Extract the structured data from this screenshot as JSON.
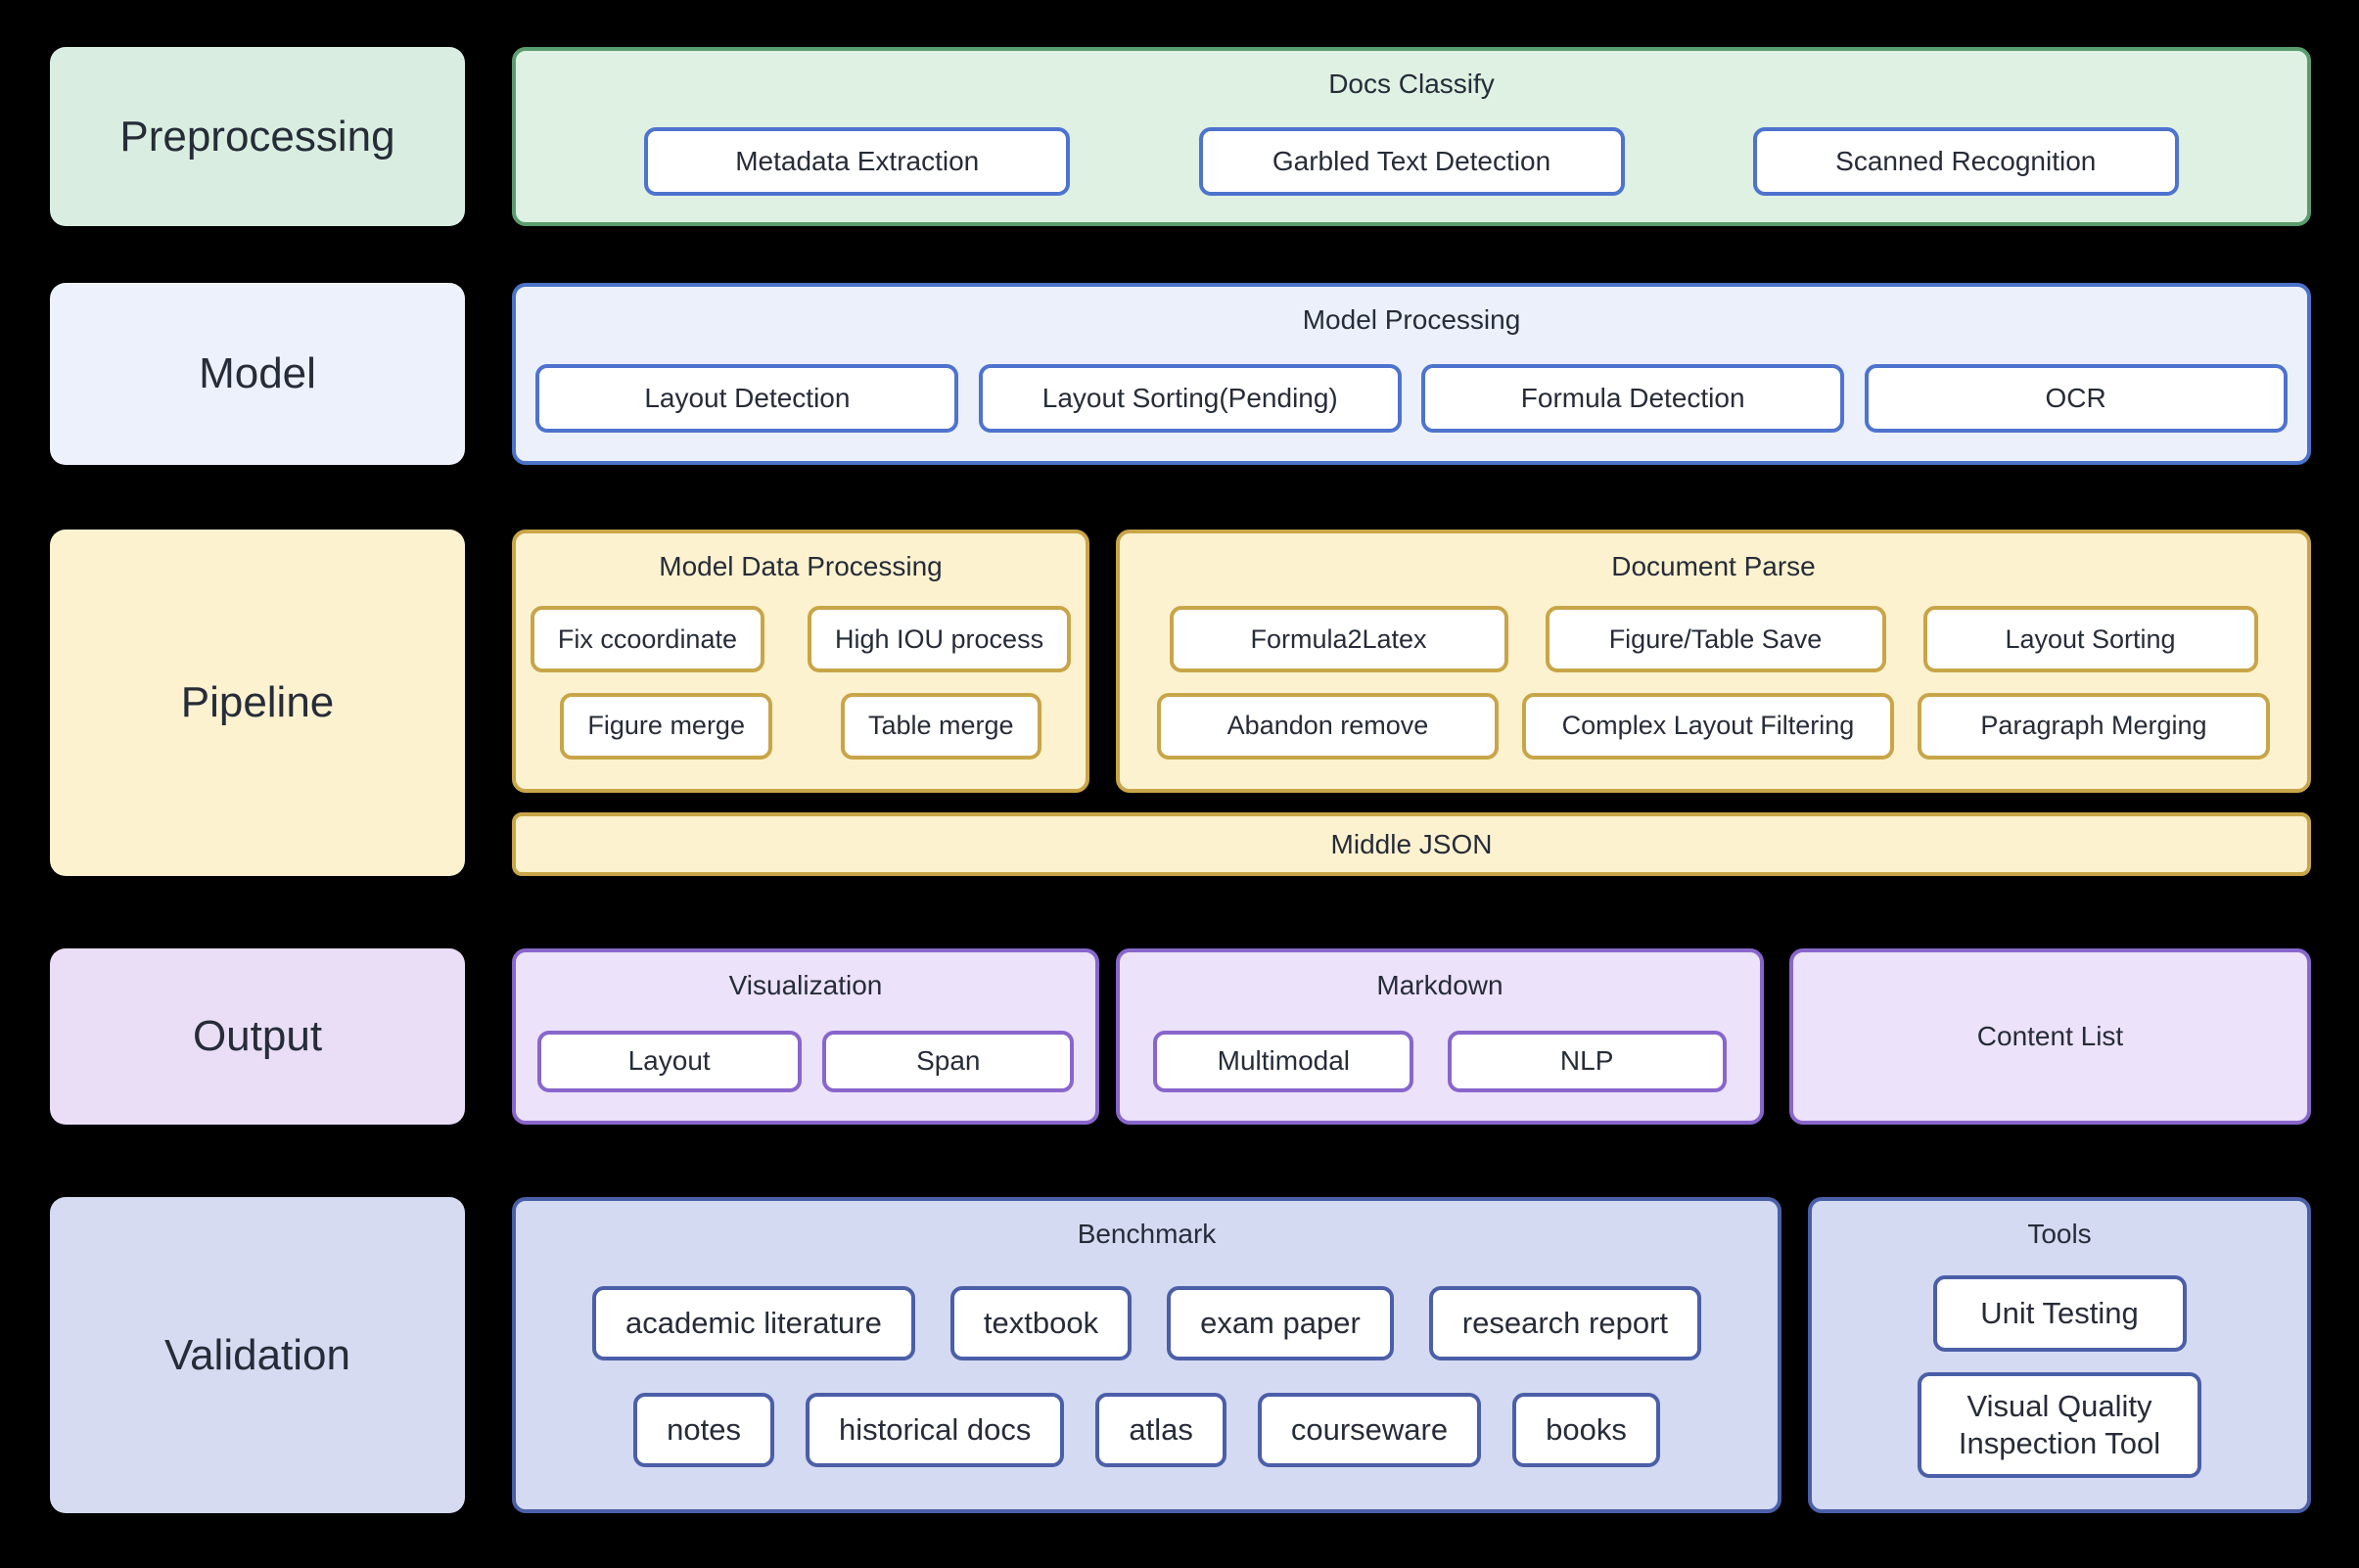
{
  "colors": {
    "bg": "#000000",
    "text": "#262c38",
    "green_label_fill": "#d9eee0",
    "green_fill": "#def1e3",
    "green_border": "#5b9c6e",
    "blue_label_fill": "#edf1fb",
    "blue_fill": "#ebf0fb",
    "blue_border": "#4a72c8",
    "btn_blue_border": "#4e73cf",
    "gold_fill": "#fdf2cf",
    "gold_border": "#c8a548",
    "purple_label_fill": "#e9def6",
    "purple_fill": "#ece2f9",
    "purple_border": "#8866cc",
    "indigo_label_fill": "#d6dbf2",
    "indigo_fill": "#d4daf2",
    "indigo_border": "#4b5fa8"
  },
  "rows": {
    "preprocessing": {
      "label": "Preprocessing",
      "section": {
        "title": "Docs Classify",
        "buttons": [
          "Metadata Extraction",
          "Garbled Text Detection",
          "Scanned Recognition"
        ]
      }
    },
    "model": {
      "label": "Model",
      "section": {
        "title": "Model Processing",
        "buttons": [
          "Layout Detection",
          "Layout Sorting(Pending)",
          "Formula Detection",
          "OCR"
        ]
      }
    },
    "pipeline": {
      "label": "Pipeline",
      "model_data_processing": {
        "title": "Model Data Processing",
        "rows": [
          [
            "Fix ccoordinate",
            "High IOU process"
          ],
          [
            "Figure merge",
            "Table merge"
          ]
        ]
      },
      "document_parse": {
        "title": "Document Parse",
        "rows": [
          [
            "Formula2Latex",
            "Figure/Table Save",
            "Layout Sorting"
          ],
          [
            "Abandon remove",
            "Complex Layout Filtering",
            "Paragraph Merging"
          ]
        ]
      },
      "bar": "Middle JSON"
    },
    "output": {
      "label": "Output",
      "visualization": {
        "title": "Visualization",
        "buttons": [
          "Layout",
          "Span"
        ]
      },
      "markdown": {
        "title": "Markdown",
        "buttons": [
          "Multimodal",
          "NLP"
        ]
      },
      "content_list": {
        "title": "Content List"
      }
    },
    "validation": {
      "label": "Validation",
      "benchmark": {
        "title": "Benchmark",
        "rows": [
          [
            "academic literature",
            "textbook",
            "exam paper",
            "research report"
          ],
          [
            "notes",
            "historical docs",
            "atlas",
            "courseware",
            "books"
          ]
        ]
      },
      "tools": {
        "title": "Tools",
        "buttons": [
          "Unit Testing",
          "Visual Quality Inspection Tool"
        ]
      }
    }
  }
}
